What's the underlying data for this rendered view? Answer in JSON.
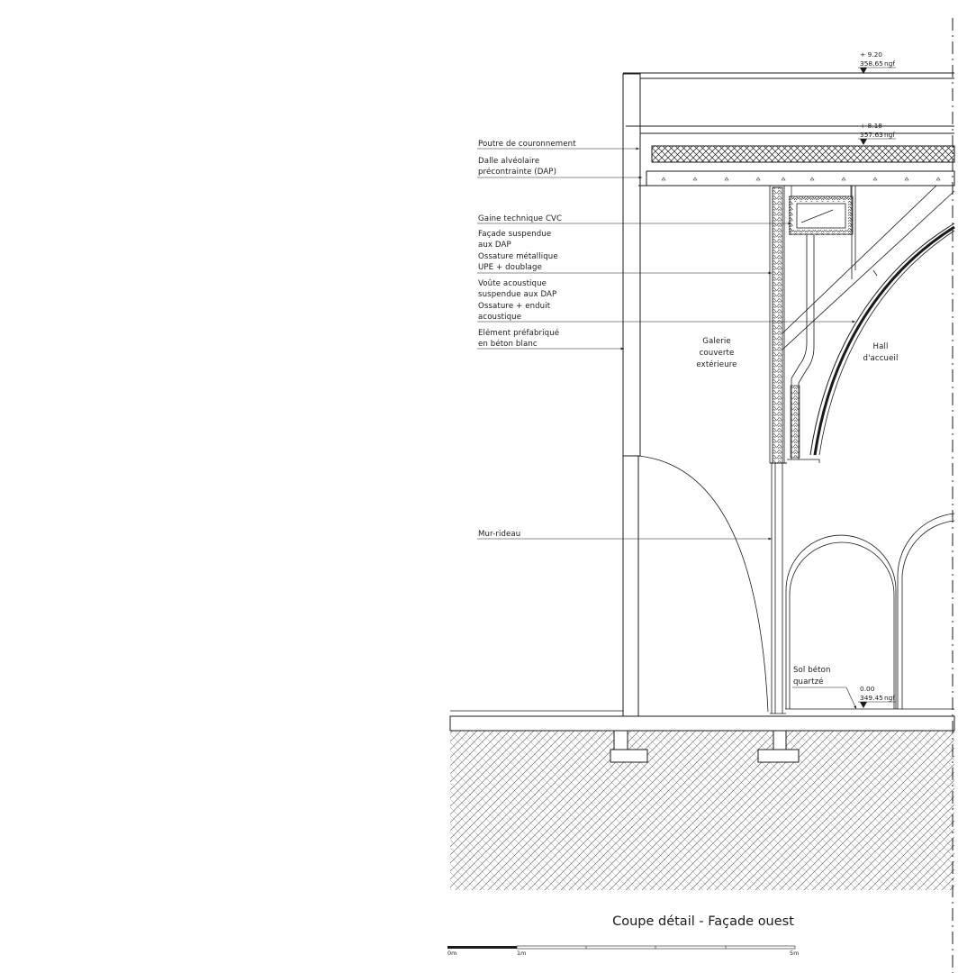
{
  "title": "Coupe détail - Façade ouest",
  "annotations": [
    {
      "id": "poutre",
      "lines": [
        "Poutre de couronnement"
      ]
    },
    {
      "id": "dalle",
      "lines": [
        "Dalle alvéolaire",
        "précontrainte (DAP)"
      ]
    },
    {
      "id": "gaine",
      "lines": [
        "Gaine technique CVC"
      ]
    },
    {
      "id": "facade",
      "lines": [
        "Façade suspendue",
        "aux DAP",
        "Ossature métallique",
        "UPE + doublage"
      ]
    },
    {
      "id": "voute",
      "lines": [
        "Voûte acoustique",
        "suspendue aux DAP",
        "Ossature + enduit",
        "acoustique"
      ]
    },
    {
      "id": "element",
      "lines": [
        "Elément préfabriqué",
        "en béton blanc"
      ]
    },
    {
      "id": "murrideau",
      "lines": [
        "Mur-rideau"
      ]
    }
  ],
  "spaces": {
    "galerie": [
      "Galerie",
      "couverte",
      "extérieure"
    ],
    "hall": [
      "Hall",
      "d'accueil"
    ],
    "sol": [
      "Sol béton",
      "quartzé"
    ]
  },
  "levels": {
    "top": {
      "relative": "+ 9.20",
      "ngf": "358.65",
      "unit": "ngf"
    },
    "mid": {
      "relative": "+ 8.18",
      "ngf": "357.63",
      "unit": "ngf"
    },
    "ground": {
      "relative": "0.00",
      "ngf": "349.45",
      "unit": "ngf"
    }
  },
  "scale_bar": {
    "labels": [
      "0m",
      "1m",
      "5m"
    ]
  },
  "colors": {
    "ink": "#1a1a1a",
    "hatch": "#555555",
    "paper": "#ffffff"
  }
}
